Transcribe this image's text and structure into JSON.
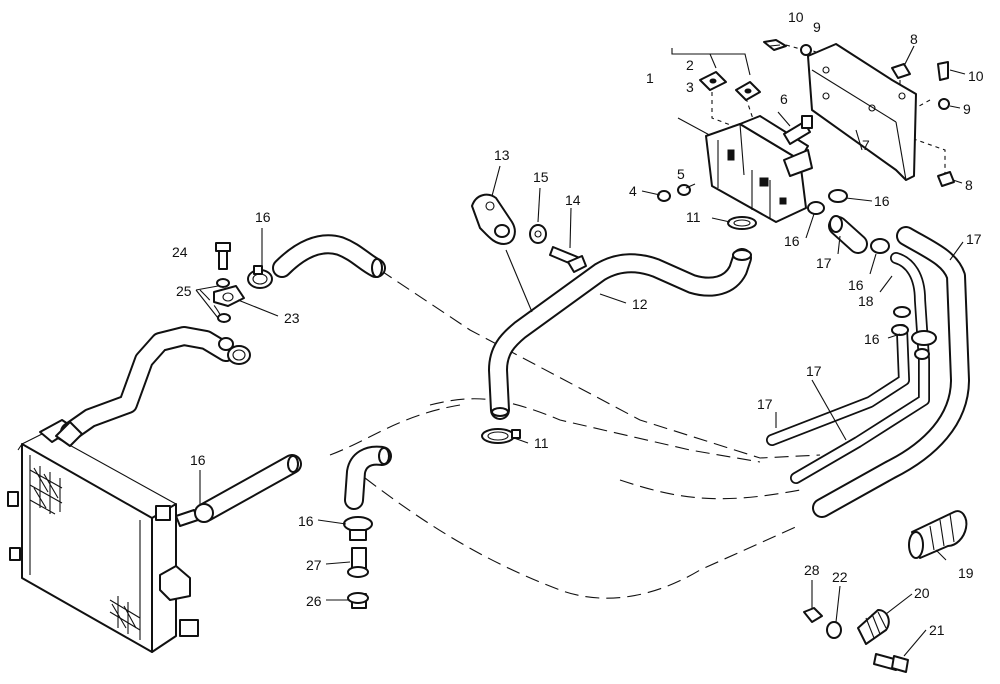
{
  "diagram": {
    "callouts": [
      {
        "id": "c10a",
        "text": "10"
      },
      {
        "id": "c9a",
        "text": "9"
      },
      {
        "id": "c8a",
        "text": "8"
      },
      {
        "id": "c10b",
        "text": "10"
      },
      {
        "id": "c9b",
        "text": "9"
      },
      {
        "id": "c8b",
        "text": "8"
      },
      {
        "id": "c2",
        "text": "2"
      },
      {
        "id": "c3",
        "text": "3"
      },
      {
        "id": "c1",
        "text": "1"
      },
      {
        "id": "c6",
        "text": "6"
      },
      {
        "id": "c7",
        "text": "7"
      },
      {
        "id": "c5",
        "text": "5"
      },
      {
        "id": "c4",
        "text": "4"
      },
      {
        "id": "c16a",
        "text": "16"
      },
      {
        "id": "c11a",
        "text": "11"
      },
      {
        "id": "c16b",
        "text": "16"
      },
      {
        "id": "c17a",
        "text": "17"
      },
      {
        "id": "c16c",
        "text": "16"
      },
      {
        "id": "c17b",
        "text": "17"
      },
      {
        "id": "c18",
        "text": "18"
      },
      {
        "id": "c16d",
        "text": "16"
      },
      {
        "id": "c13",
        "text": "13"
      },
      {
        "id": "c15",
        "text": "15"
      },
      {
        "id": "c14",
        "text": "14"
      },
      {
        "id": "c12",
        "text": "12"
      },
      {
        "id": "c16e",
        "text": "16"
      },
      {
        "id": "c24",
        "text": "24"
      },
      {
        "id": "c25",
        "text": "25"
      },
      {
        "id": "c23",
        "text": "23"
      },
      {
        "id": "c17c",
        "text": "17"
      },
      {
        "id": "c17d",
        "text": "17"
      },
      {
        "id": "c11b",
        "text": "11"
      },
      {
        "id": "c16f",
        "text": "16"
      },
      {
        "id": "c16g",
        "text": "16"
      },
      {
        "id": "c27",
        "text": "27"
      },
      {
        "id": "c26",
        "text": "26"
      },
      {
        "id": "c19",
        "text": "19"
      },
      {
        "id": "c28",
        "text": "28"
      },
      {
        "id": "c22",
        "text": "22"
      },
      {
        "id": "c20",
        "text": "20"
      },
      {
        "id": "c21",
        "text": "21"
      }
    ]
  }
}
